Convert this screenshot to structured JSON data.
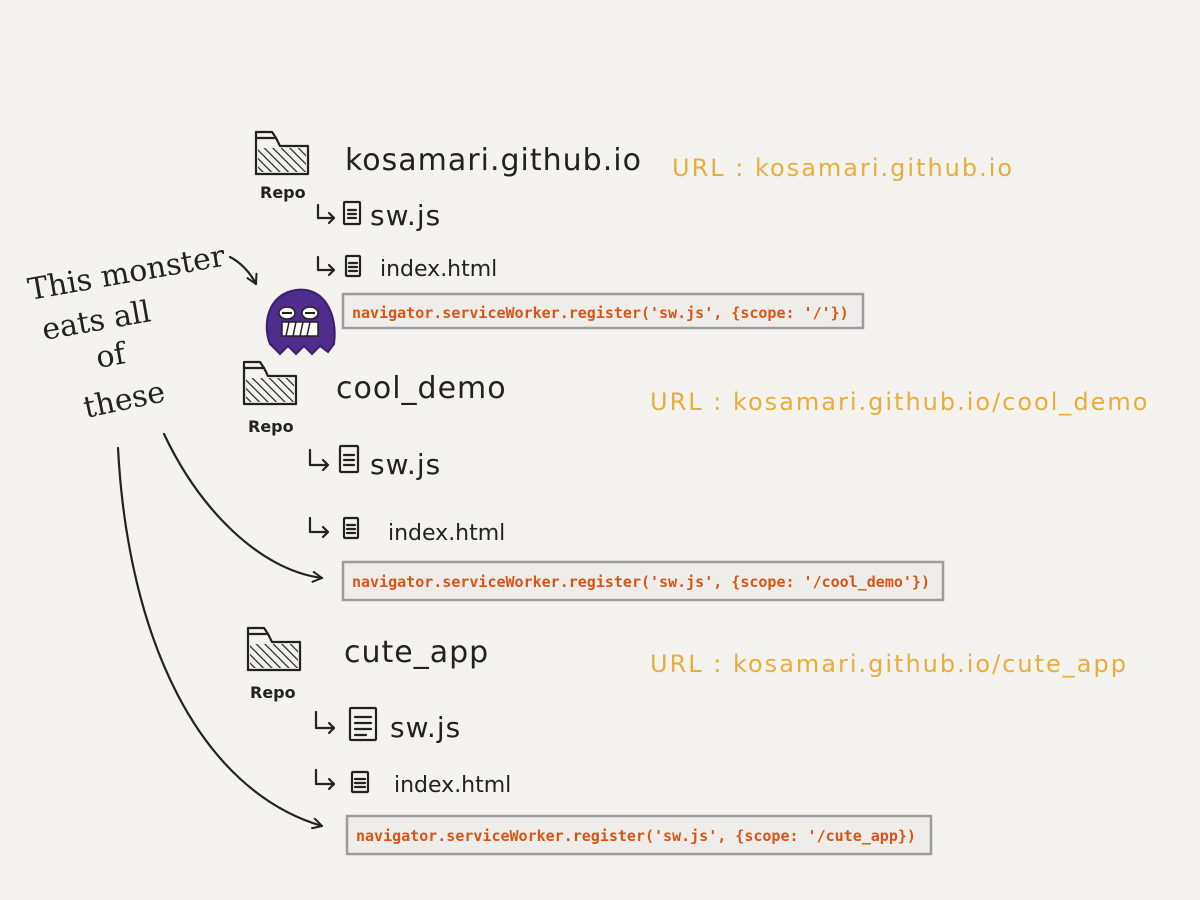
{
  "repos": [
    {
      "name": "kosamari.github.io",
      "repo_label": "Repo",
      "url_text": "URL :  kosamari.github.io",
      "sw_file": "sw.js",
      "index_file": "index.html",
      "code": "navigator.serviceWorker.register('sw.js', {scope: '/'})"
    },
    {
      "name": "cool_demo",
      "repo_label": "Repo",
      "url_text": "URL :  kosamari.github.io/cool_demo",
      "sw_file": "sw.js",
      "index_file": "index.html",
      "code": "navigator.serviceWorker.register('sw.js', {scope: '/cool_demo'})"
    },
    {
      "name": "cute_app",
      "repo_label": "Repo",
      "url_text": "URL :  kosamari.github.io/cute_app",
      "sw_file": "sw.js",
      "index_file": "index.html",
      "code": "navigator.serviceWorker.register('sw.js', {scope: '/cute_app})"
    }
  ],
  "annotation": {
    "lines": [
      "This monster",
      "eats all",
      "of",
      "these"
    ]
  },
  "colors": {
    "url": "#e8ad3c",
    "code": "#d85414",
    "monster": "#4f2d8c",
    "background": "#f4f3ef"
  }
}
